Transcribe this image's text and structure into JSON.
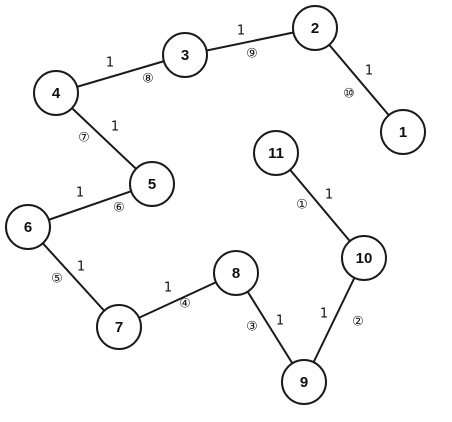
{
  "graph": {
    "nodes": [
      {
        "id": "1",
        "label": "1"
      },
      {
        "id": "2",
        "label": "2"
      },
      {
        "id": "3",
        "label": "3"
      },
      {
        "id": "4",
        "label": "4"
      },
      {
        "id": "5",
        "label": "5"
      },
      {
        "id": "6",
        "label": "6"
      },
      {
        "id": "7",
        "label": "7"
      },
      {
        "id": "8",
        "label": "8"
      },
      {
        "id": "9",
        "label": "9"
      },
      {
        "id": "10",
        "label": "10"
      },
      {
        "id": "11",
        "label": "11"
      }
    ],
    "edges": [
      {
        "from": "2",
        "to": "1",
        "weight": "1",
        "order": "⑩"
      },
      {
        "from": "3",
        "to": "2",
        "weight": "1",
        "order": "⑨"
      },
      {
        "from": "4",
        "to": "3",
        "weight": "1",
        "order": "⑧"
      },
      {
        "from": "4",
        "to": "5",
        "weight": "1",
        "order": "⑦"
      },
      {
        "from": "6",
        "to": "5",
        "weight": "1",
        "order": "⑥"
      },
      {
        "from": "6",
        "to": "7",
        "weight": "1",
        "order": "⑤"
      },
      {
        "from": "7",
        "to": "8",
        "weight": "1",
        "order": "④"
      },
      {
        "from": "8",
        "to": "9",
        "weight": "1",
        "order": "③"
      },
      {
        "from": "9",
        "to": "10",
        "weight": "1",
        "order": "②"
      },
      {
        "from": "11",
        "to": "10",
        "weight": "1",
        "order": "①"
      }
    ]
  }
}
